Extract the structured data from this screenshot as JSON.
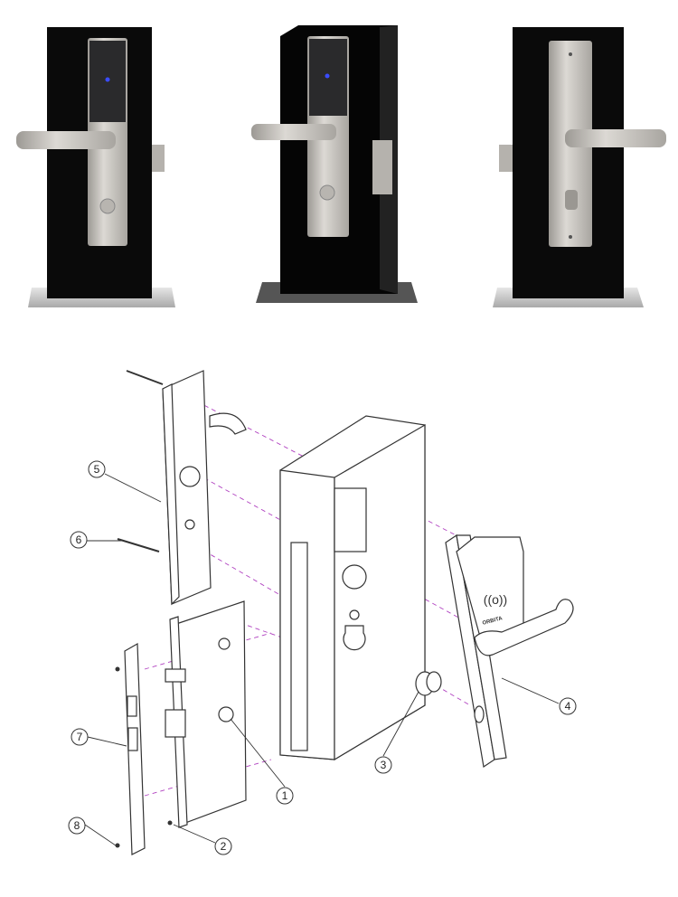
{
  "photos": [
    {
      "view": "front"
    },
    {
      "view": "angled"
    },
    {
      "view": "back"
    }
  ],
  "diagram": {
    "brand_on_reader": "ORBITA",
    "rfid_symbol": "((o))",
    "callouts": [
      "1",
      "2",
      "3",
      "4",
      "5",
      "6",
      "7",
      "8"
    ]
  },
  "colors": {
    "door": "#0a0a0a",
    "steel": "#c9c6c1",
    "reader": "#2a2a2c",
    "led": "#3a4cff",
    "leader_dash": "#b040c0"
  }
}
